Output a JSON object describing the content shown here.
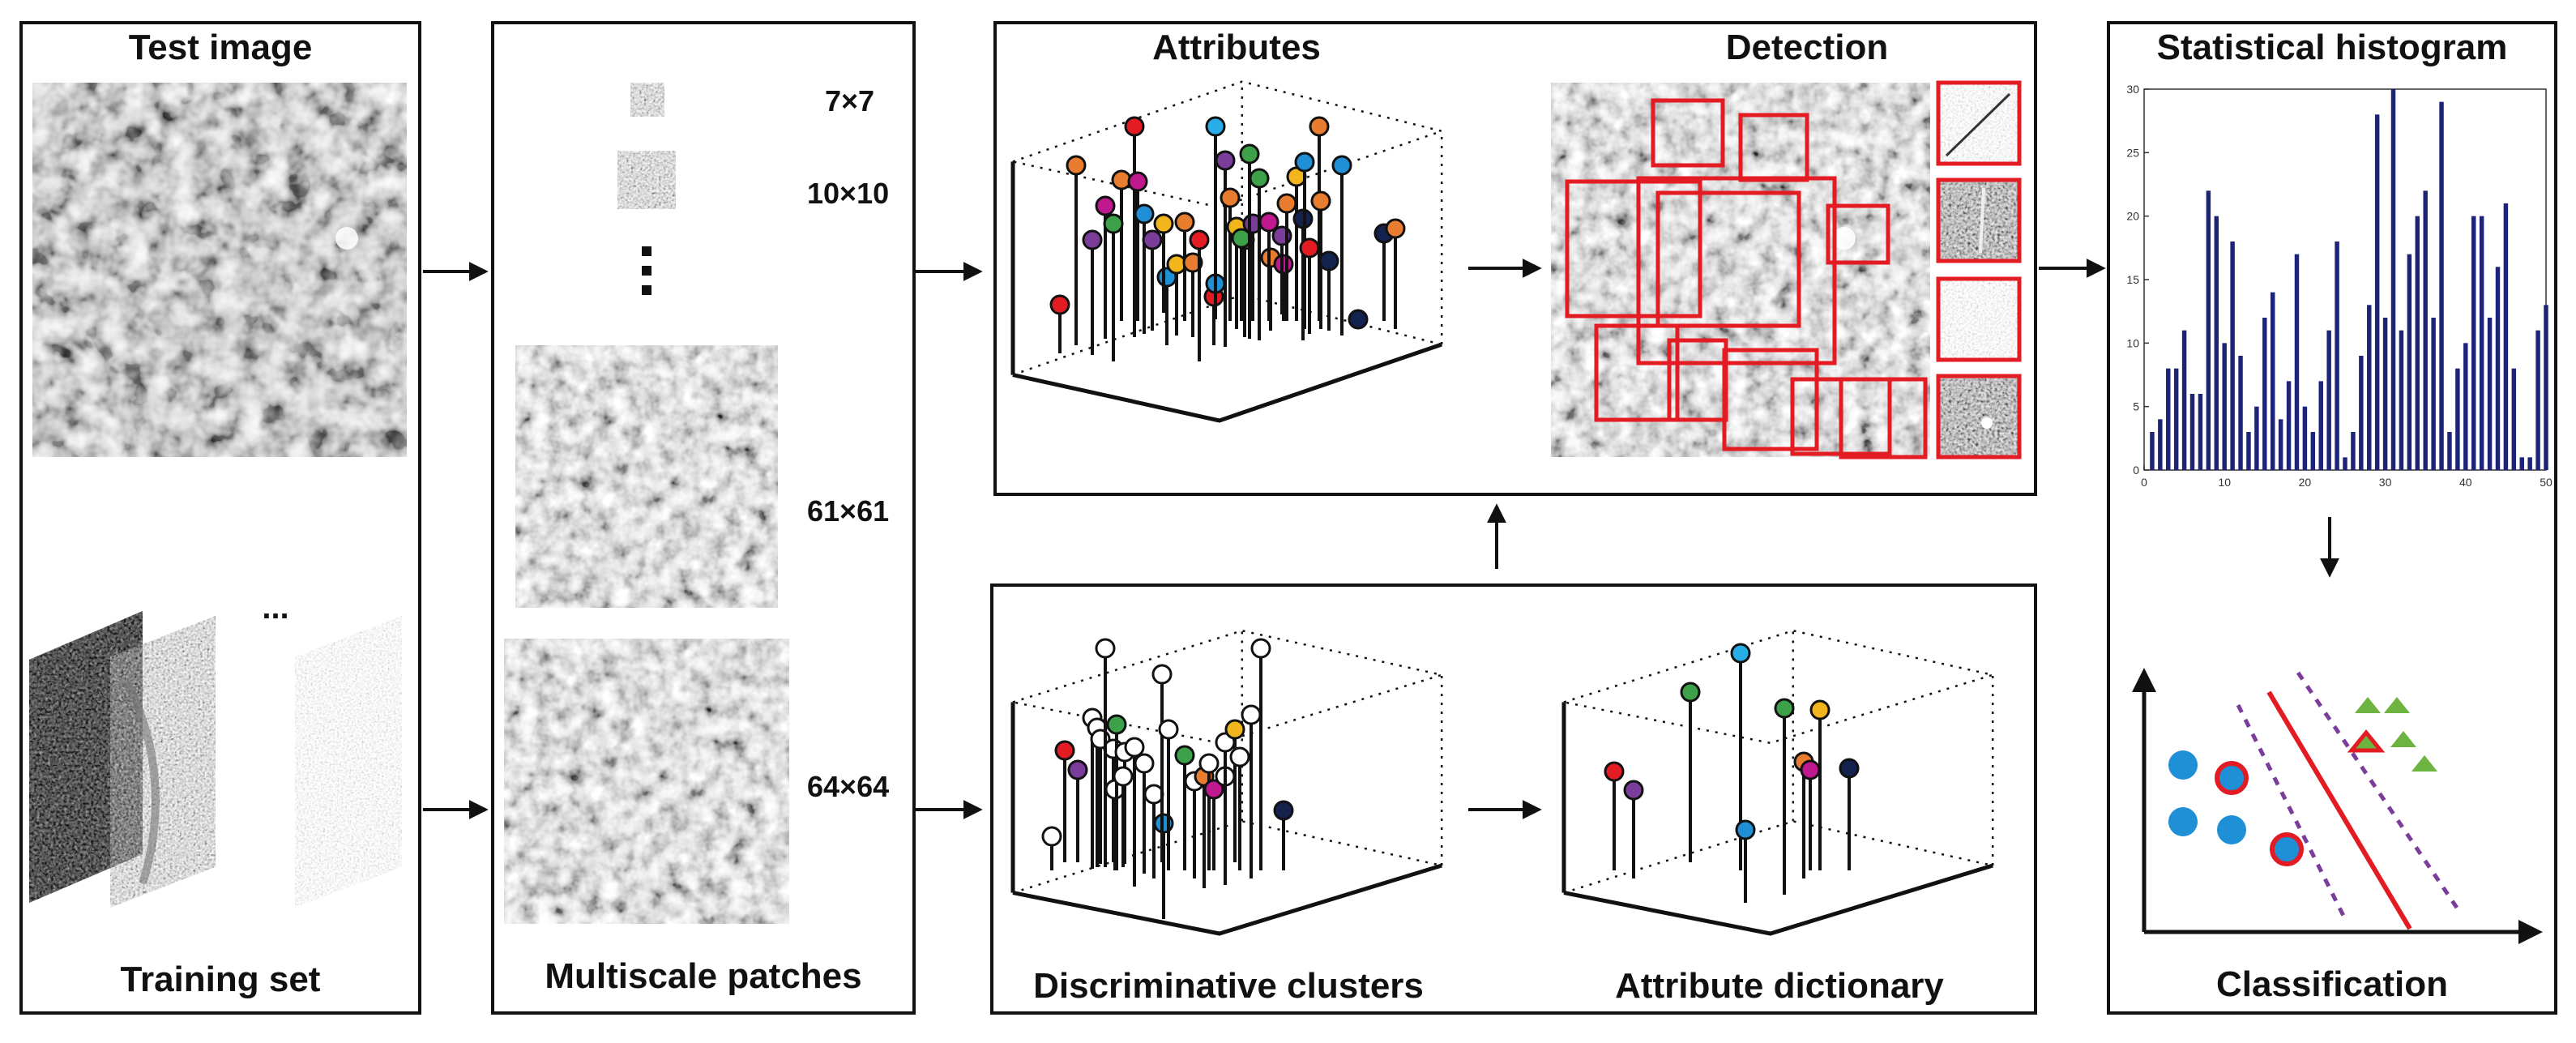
{
  "panels": {
    "test_image_title": "Test image",
    "training_set_title": "Training set",
    "training_ellipsis": "...",
    "multiscale_title": "Multiscale patches",
    "scales": [
      "7×7",
      "10×10",
      "61×61",
      "64×64"
    ],
    "attributes_title": "Attributes",
    "detection_title": "Detection",
    "clusters_title": "Discriminative clusters",
    "dictionary_title": "Attribute dictionary",
    "histogram_title": "Statistical histogram",
    "classification_title": "Classification"
  },
  "colors": {
    "red": "#e31b23",
    "orange": "#e87d2f",
    "purple": "#7a3d99",
    "green": "#3da14a",
    "blue": "#1f8fd6",
    "yellow": "#f2b51b",
    "magenta": "#c0188f",
    "navy": "#13224f",
    "lightblue": "#27aee8",
    "white": "#ffffff",
    "bar": "#1d2478",
    "detection_box": "#e31b23"
  },
  "chart_data": {
    "type": "bar",
    "title": "",
    "xlabel": "",
    "ylabel": "",
    "xlim": [
      0,
      50
    ],
    "ylim": [
      0,
      30
    ],
    "xticks": [
      0,
      10,
      20,
      30,
      40,
      50
    ],
    "yticks": [
      0,
      5,
      10,
      15,
      20,
      25,
      30
    ],
    "x": [
      1,
      2,
      3,
      4,
      5,
      6,
      7,
      8,
      9,
      10,
      11,
      12,
      13,
      14,
      15,
      16,
      17,
      18,
      19,
      20,
      21,
      22,
      23,
      24,
      25,
      26,
      27,
      28,
      29,
      30,
      31,
      32,
      33,
      34,
      35,
      36,
      37,
      38,
      39,
      40,
      41,
      42,
      43,
      44,
      45,
      46,
      47,
      48,
      49,
      50
    ],
    "values": [
      3,
      4,
      8,
      8,
      11,
      6,
      6,
      22,
      20,
      10,
      18,
      9,
      3,
      5,
      12,
      14,
      4,
      7,
      17,
      5,
      3,
      7,
      11,
      18,
      1,
      3,
      9,
      13,
      28,
      12,
      30,
      11,
      17,
      20,
      22,
      12,
      29,
      3,
      8,
      10,
      20,
      20,
      12,
      16,
      21,
      8,
      1,
      1,
      11,
      13
    ],
    "grid": false
  }
}
